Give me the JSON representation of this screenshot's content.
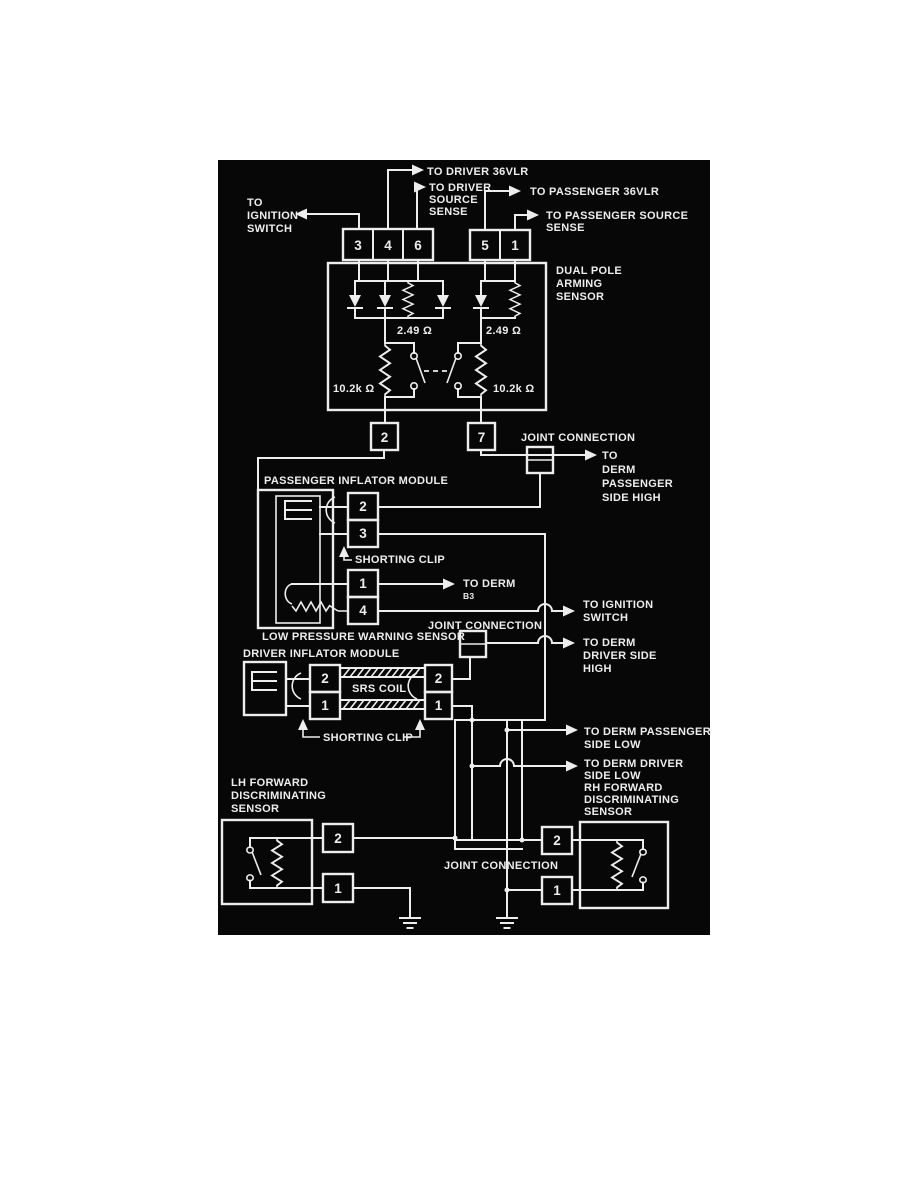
{
  "figure": {
    "page": "#ffffff",
    "panel": "#070707",
    "line": "#ededed"
  },
  "labels": {
    "to_driver_36vlr": "TO DRIVER 36VLR",
    "to_driver_source_sense": [
      "TO DRIVER",
      "SOURCE",
      "SENSE"
    ],
    "to_passenger_36vlr": "TO PASSENGER 36VLR",
    "to_passenger_source_sense": [
      "TO PASSENGER SOURCE",
      "SENSE"
    ],
    "to_ignition_switch_left": [
      "TO",
      "IGNITION",
      "SWITCH"
    ],
    "dual_pole_arming_sensor": [
      "DUAL POLE",
      "ARMING",
      "SENSOR"
    ],
    "joint_connection_top": "JOINT CONNECTION",
    "to_derm_passenger_side_high": [
      "TO",
      "DERM",
      "PASSENGER",
      "SIDE HIGH"
    ],
    "passenger_inflator_module": "PASSENGER INFLATOR MODULE",
    "shorting_clip_passenger": "SHORTING CLIP",
    "to_derm": "TO DERM",
    "to_derm_sub": "B3",
    "to_ignition_switch_right": [
      "TO IGNITION",
      "SWITCH"
    ],
    "joint_connection_mid": "JOINT CONNECTION",
    "to_derm_driver_side_high": [
      "TO DERM",
      "DRIVER SIDE",
      "HIGH"
    ],
    "low_pressure_warning_sensor": "LOW PRESSURE WARNING SENSOR",
    "driver_inflator_module": "DRIVER INFLATOR MODULE",
    "srs_coil": "SRS COIL",
    "shorting_clip_driver": "SHORTING CLIP",
    "to_derm_passenger_side_low": [
      "TO DERM PASSENGER",
      "SIDE LOW"
    ],
    "to_derm_driver_side_low": [
      "TO DERM DRIVER",
      "SIDE LOW",
      "RH FORWARD",
      "DISCRIMINATING",
      "SENSOR"
    ],
    "lh_forward_discriminating_sensor": [
      "LH FORWARD",
      "DISCRIMINATING",
      "SENSOR"
    ],
    "joint_connection_bottom": "JOINT CONNECTION"
  },
  "values": {
    "arming_res_top_left": "2.49 Ω",
    "arming_res_top_right": "2.49 Ω",
    "arming_res_bottom_left": "10.2k Ω",
    "arming_res_bottom_right": "10.2k Ω"
  },
  "pins": {
    "arming_top_left": [
      "3",
      "4",
      "6"
    ],
    "arming_top_right": [
      "5",
      "1"
    ],
    "arming_out_left": "2",
    "arming_out_right": "7",
    "passenger_squib": [
      "2",
      "3"
    ],
    "passenger_lp": [
      "1",
      "4"
    ],
    "driver_module_conn": [
      "2",
      "1"
    ],
    "driver_harness_conn": [
      "2",
      "1"
    ],
    "lh_sensor": [
      "2",
      "1"
    ],
    "rh_sensor": [
      "2",
      "1"
    ]
  }
}
